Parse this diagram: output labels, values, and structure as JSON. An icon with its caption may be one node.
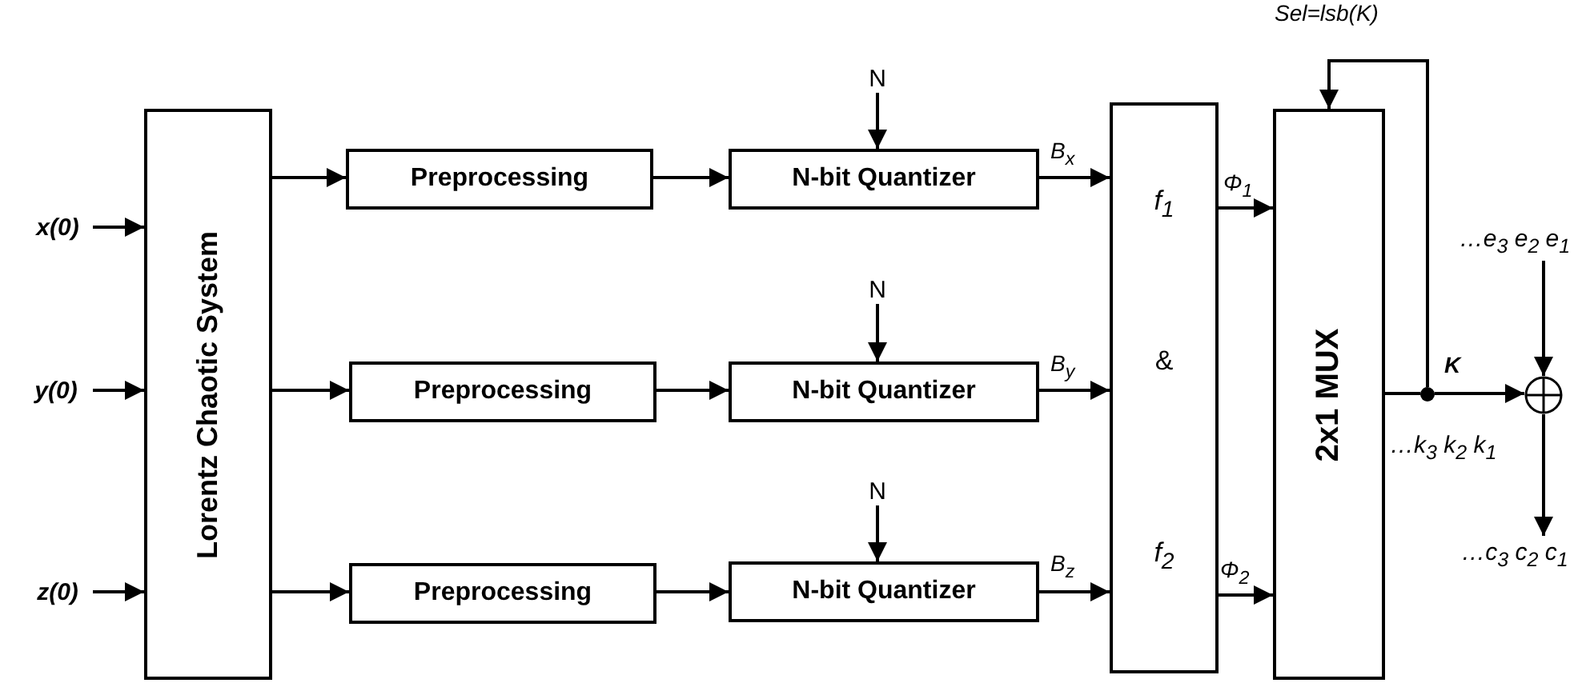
{
  "diagram": {
    "nodes": [
      {
        "text": [
          "x(0)"
        ]
      },
      {
        "text": [
          "y(0)"
        ]
      },
      {
        "text": [
          "z(0)"
        ]
      },
      {
        "text": [
          "Lorentz Chaotic System"
        ]
      },
      {
        "text": [
          "Preprocessing"
        ]
      },
      {
        "text": [
          "Preprocessing"
        ]
      },
      {
        "text": [
          "Preprocessing"
        ]
      },
      {
        "text": [
          "N"
        ]
      },
      {
        "text": [
          "N"
        ]
      },
      {
        "text": [
          "N"
        ]
      },
      {
        "text": [
          "N-bit Quantizer"
        ]
      },
      {
        "text": [
          "N-bit Quantizer"
        ]
      },
      {
        "text": [
          "N-bit Quantizer"
        ]
      },
      {
        "text": [
          "f$_{1}$",
          "&",
          "f$_{2}$"
        ]
      },
      {
        "text": [
          "2x1 MUX"
        ]
      },
      {
        "text": [],
        "shape": "circle"
      },
      {
        "text": [
          "…e$_{3}$ e$_{2}$ e$_{1}$"
        ]
      },
      {
        "text": [],
        "shape": "circle"
      },
      {
        "text": [
          "…c$_{3}$ c$_{2}$ c$_{1}$"
        ]
      }
    ],
    "edges": [
      {
        "from": 0,
        "to": 3,
        "arrow": "to"
      },
      {
        "from": 1,
        "to": 3,
        "arrow": "to"
      },
      {
        "from": 2,
        "to": 3,
        "arrow": "to"
      },
      {
        "from": 3,
        "to": 4,
        "arrow": "to"
      },
      {
        "from": 3,
        "to": 5,
        "arrow": "to"
      },
      {
        "from": 3,
        "to": 6,
        "arrow": "to"
      },
      {
        "from": 4,
        "to": 10,
        "arrow": "to"
      },
      {
        "from": 5,
        "to": 11,
        "arrow": "to"
      },
      {
        "from": 6,
        "to": 12,
        "arrow": "to"
      },
      {
        "from": 7,
        "to": 10,
        "arrow": "to"
      },
      {
        "from": 8,
        "to": 11,
        "arrow": "to"
      },
      {
        "from": 9,
        "to": 12,
        "arrow": "to"
      },
      {
        "from": 10,
        "to": 13,
        "arrow": "to",
        "label": "B$_{x}$"
      },
      {
        "from": 11,
        "to": 13,
        "arrow": "to",
        "label": "B$_{y}$"
      },
      {
        "from": 12,
        "to": 13,
        "arrow": "to",
        "label": "B$_{z}$"
      },
      {
        "from": 13,
        "to": 14,
        "arrow": "to",
        "label": "Φ$_{1}$"
      },
      {
        "from": 13,
        "to": 14,
        "arrow": "to",
        "label": "Φ$_{2}$"
      },
      {
        "from": 14,
        "to": 15,
        "arrow": "none"
      },
      {
        "from": 15,
        "to": 17,
        "arrow": "to",
        "label": "K"
      },
      {
        "from": 15,
        "to": 14,
        "arrow": "to",
        "label": "Sel=lsb(K)"
      },
      {
        "from": 16,
        "to": 17,
        "arrow": "to"
      },
      {
        "from": 17,
        "to": 18,
        "arrow": "to"
      }
    ],
    "labels": [
      "…k$_{3}$ k$_{2}$ k$_{1}$"
    ]
  }
}
